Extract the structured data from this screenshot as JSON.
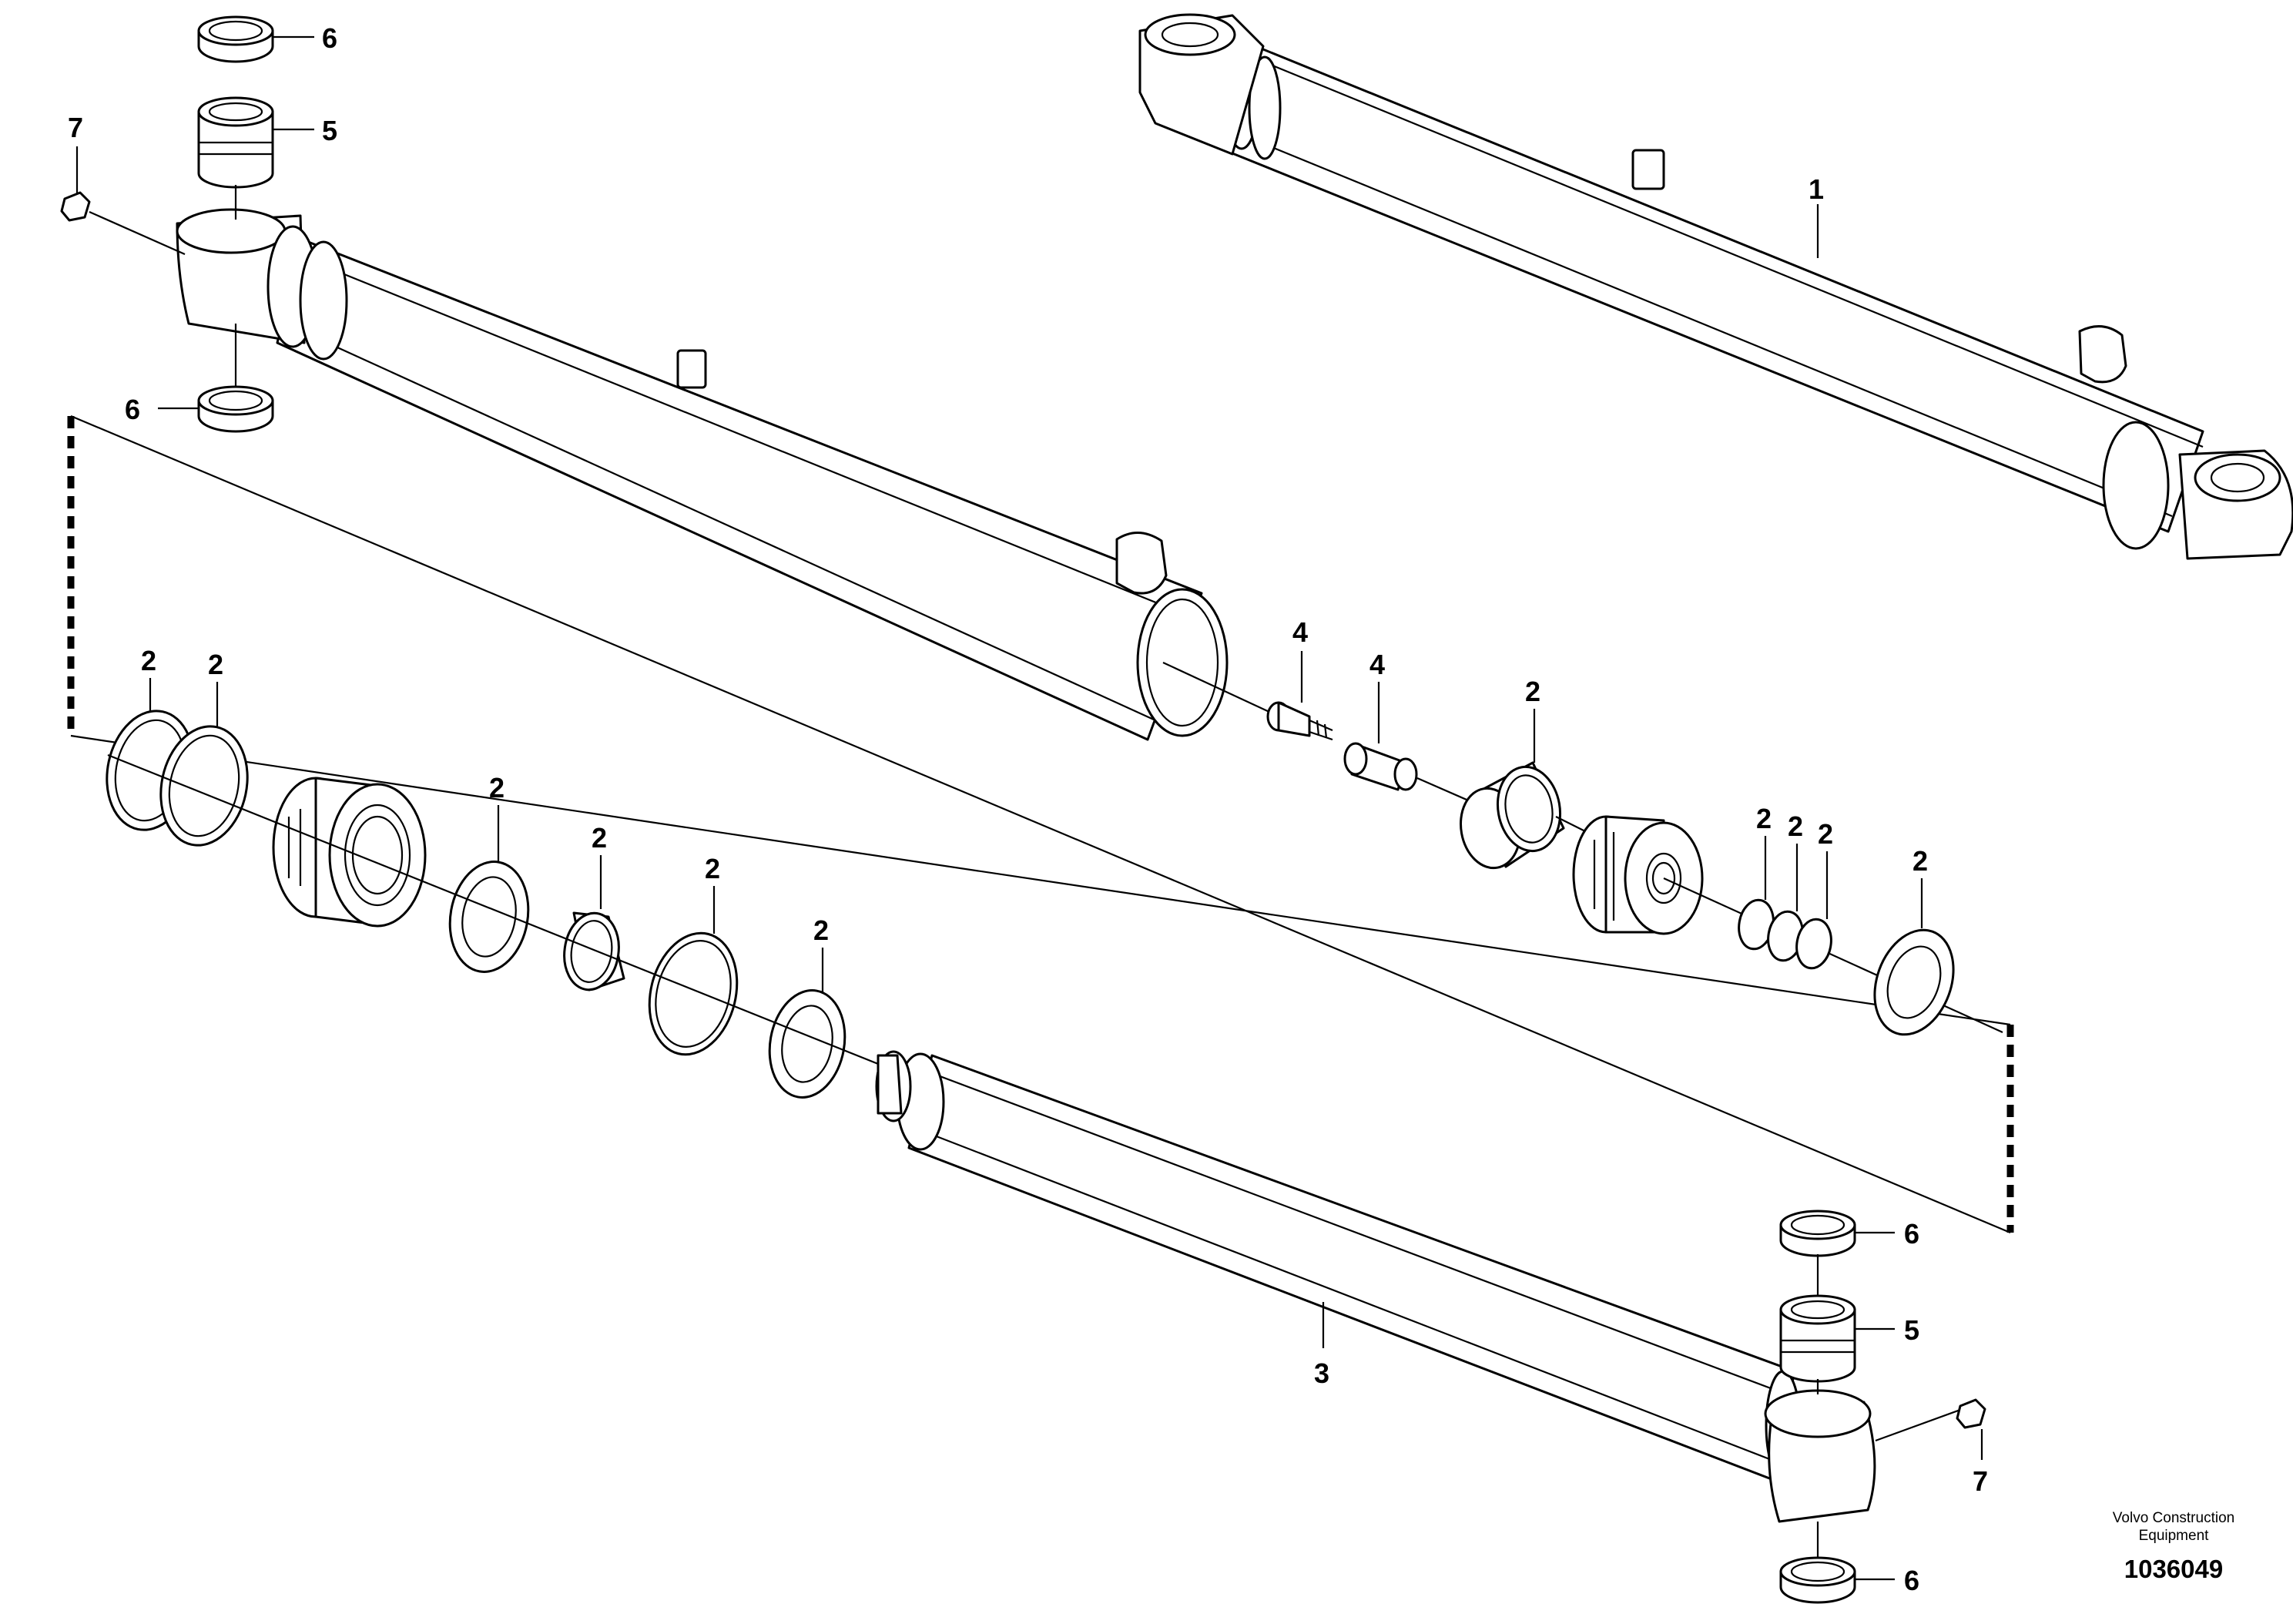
{
  "diagram": {
    "brand_line1": "Volvo Construction",
    "brand_line2": "Equipment",
    "drawing_number": "1036049",
    "callouts": {
      "assembled_cylinder": "1",
      "seal_piston_left_a": "2",
      "seal_piston_left_b": "2",
      "seal_head_a": "2",
      "seal_head_b": "2",
      "seal_head_c": "2",
      "seal_head_d": "2",
      "seal_guide": "2",
      "seal_small_a": "2",
      "seal_small_b": "2",
      "seal_small_c": "2",
      "seal_piston_right": "2",
      "piston_rod": "3",
      "screw": "4",
      "spacer": "4",
      "bushing_top": "5",
      "bushing_bottom": "5",
      "dirt_seal_top_upper": "6",
      "dirt_seal_top_lower": "6",
      "dirt_seal_bottom_upper": "6",
      "dirt_seal_bottom_lower": "6",
      "grease_nipple_top": "7",
      "grease_nipple_bottom": "7"
    }
  }
}
